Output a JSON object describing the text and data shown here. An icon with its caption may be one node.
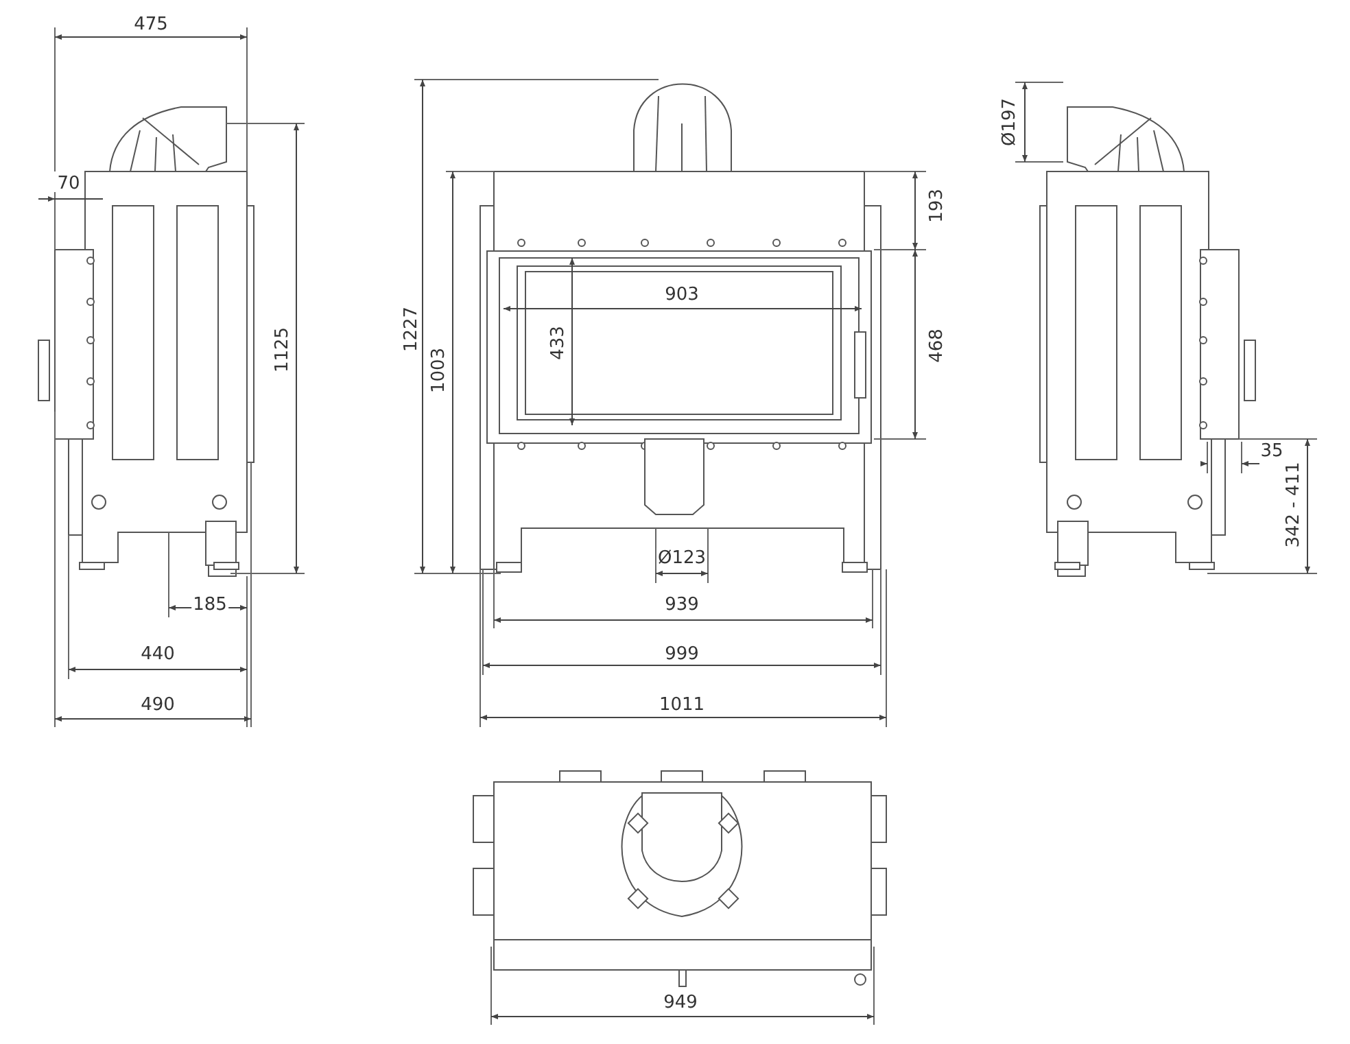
{
  "diagram": {
    "labels": [
      "475",
      "Ø197",
      "70",
      "193",
      "903",
      "1227",
      "1125",
      "1003",
      "433",
      "468",
      "35",
      "342 - 411",
      "Ø123",
      "185",
      "939",
      "440",
      "999",
      "490",
      "1011",
      "949"
    ]
  }
}
